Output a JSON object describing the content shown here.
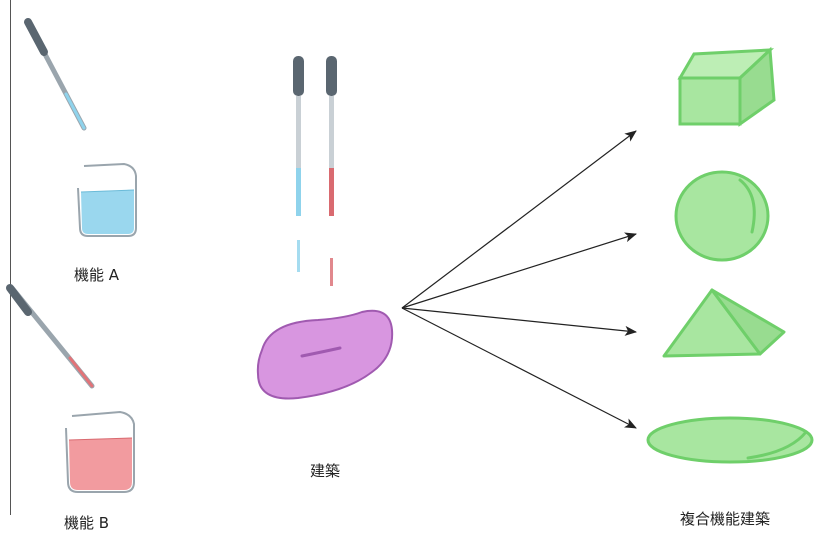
{
  "labels": {
    "function_a": "機能 A",
    "function_b": "機能 B",
    "building": "建築",
    "composite": "複合機能建築"
  },
  "icons": {
    "dropper_a": "dropper-icon",
    "beaker_a": "beaker-icon",
    "dropper_b": "dropper-icon",
    "beaker_b": "beaker-icon",
    "dual_droppers": "dual-dropper-icon",
    "building_blob": "blob-icon",
    "shapes": [
      "cube-icon",
      "sphere-icon",
      "pyramid-icon",
      "disc-icon"
    ]
  },
  "colors": {
    "liquid_a": "#8fd3ec",
    "liquid_b": "#f08a8e",
    "blob": "#d896e0",
    "blob_stroke": "#a05ab0",
    "shape_fill": "#a8e6a0",
    "shape_stroke": "#6fcf6a",
    "arrow": "#222222",
    "line": "#555555"
  }
}
